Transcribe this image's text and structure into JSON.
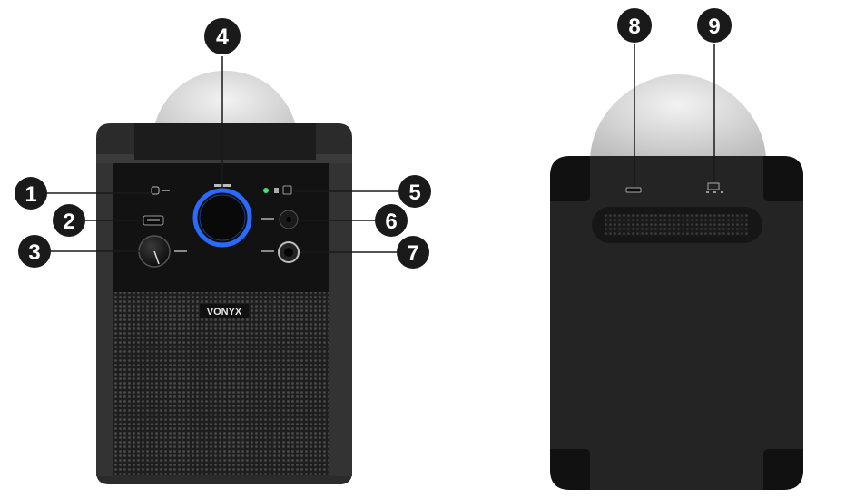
{
  "brand": "VONYX",
  "callouts": [
    "1",
    "2",
    "3",
    "4",
    "5",
    "6",
    "7",
    "8",
    "9"
  ],
  "colors": {
    "callout_fill": "#1a1a1a",
    "body": "#2a2a2a",
    "panel": "#141414",
    "led_ring": "#2a6bff",
    "status_led": "#41e07a",
    "dome": "#e4e4e4"
  }
}
